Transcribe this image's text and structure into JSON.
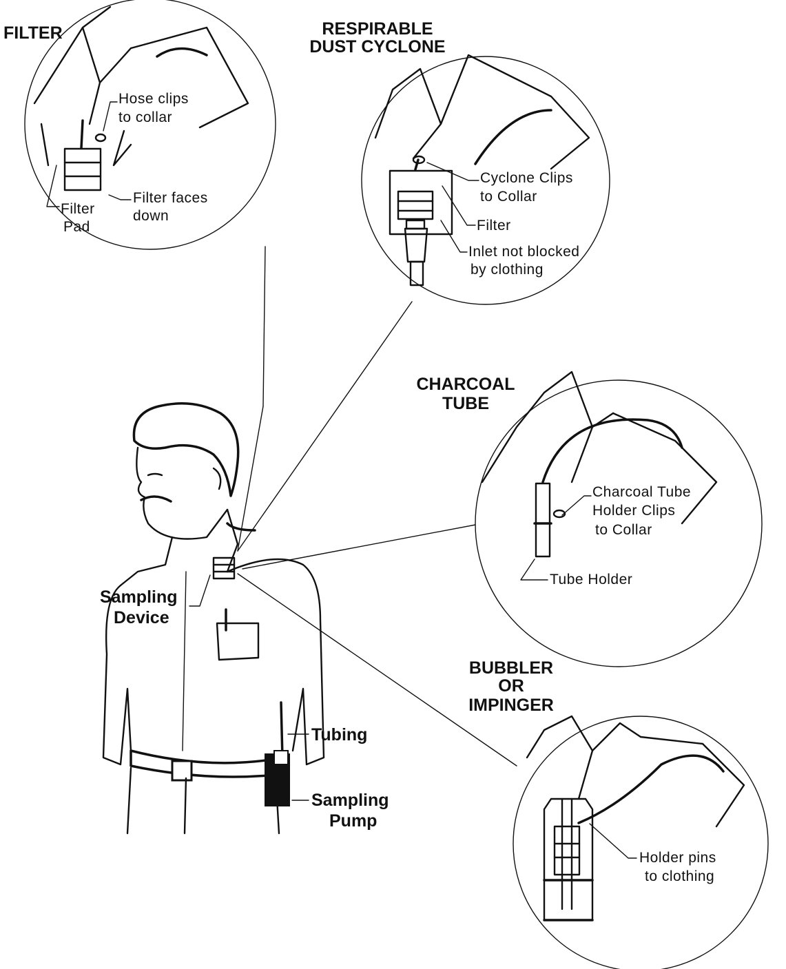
{
  "callouts": {
    "filter": {
      "title": "FILTER",
      "labels": {
        "hose_clips_1": "Hose clips",
        "hose_clips_2": "to collar",
        "filter_faces_1": "Filter faces",
        "filter_faces_2": "down",
        "filter_pad_1": "Filter",
        "filter_pad_2": "Pad"
      }
    },
    "cyclone": {
      "title_1": "RESPIRABLE",
      "title_2": "DUST CYCLONE",
      "labels": {
        "cyclone_clips_1": "Cyclone Clips",
        "cyclone_clips_2": "to Collar",
        "filter": "Filter",
        "inlet_1": "Inlet not blocked",
        "inlet_2": "by clothing"
      }
    },
    "charcoal": {
      "title_1": "CHARCOAL",
      "title_2": "TUBE",
      "labels": {
        "holder_clips_1": "Charcoal Tube",
        "holder_clips_2": "Holder Clips",
        "holder_clips_3": "to Collar",
        "tube_holder": "Tube Holder"
      }
    },
    "bubbler": {
      "title_1": "BUBBLER",
      "title_2": "OR",
      "title_3": "IMPINGER",
      "labels": {
        "holder_pins_1": "Holder pins",
        "holder_pins_2": "to clothing"
      }
    }
  },
  "figure": {
    "sampling_device_1": "Sampling",
    "sampling_device_2": "Device",
    "tubing": "Tubing",
    "sampling_pump_1": "Sampling",
    "sampling_pump_2": "Pump"
  },
  "colors": {
    "ink": "#111111",
    "background": "#ffffff"
  }
}
